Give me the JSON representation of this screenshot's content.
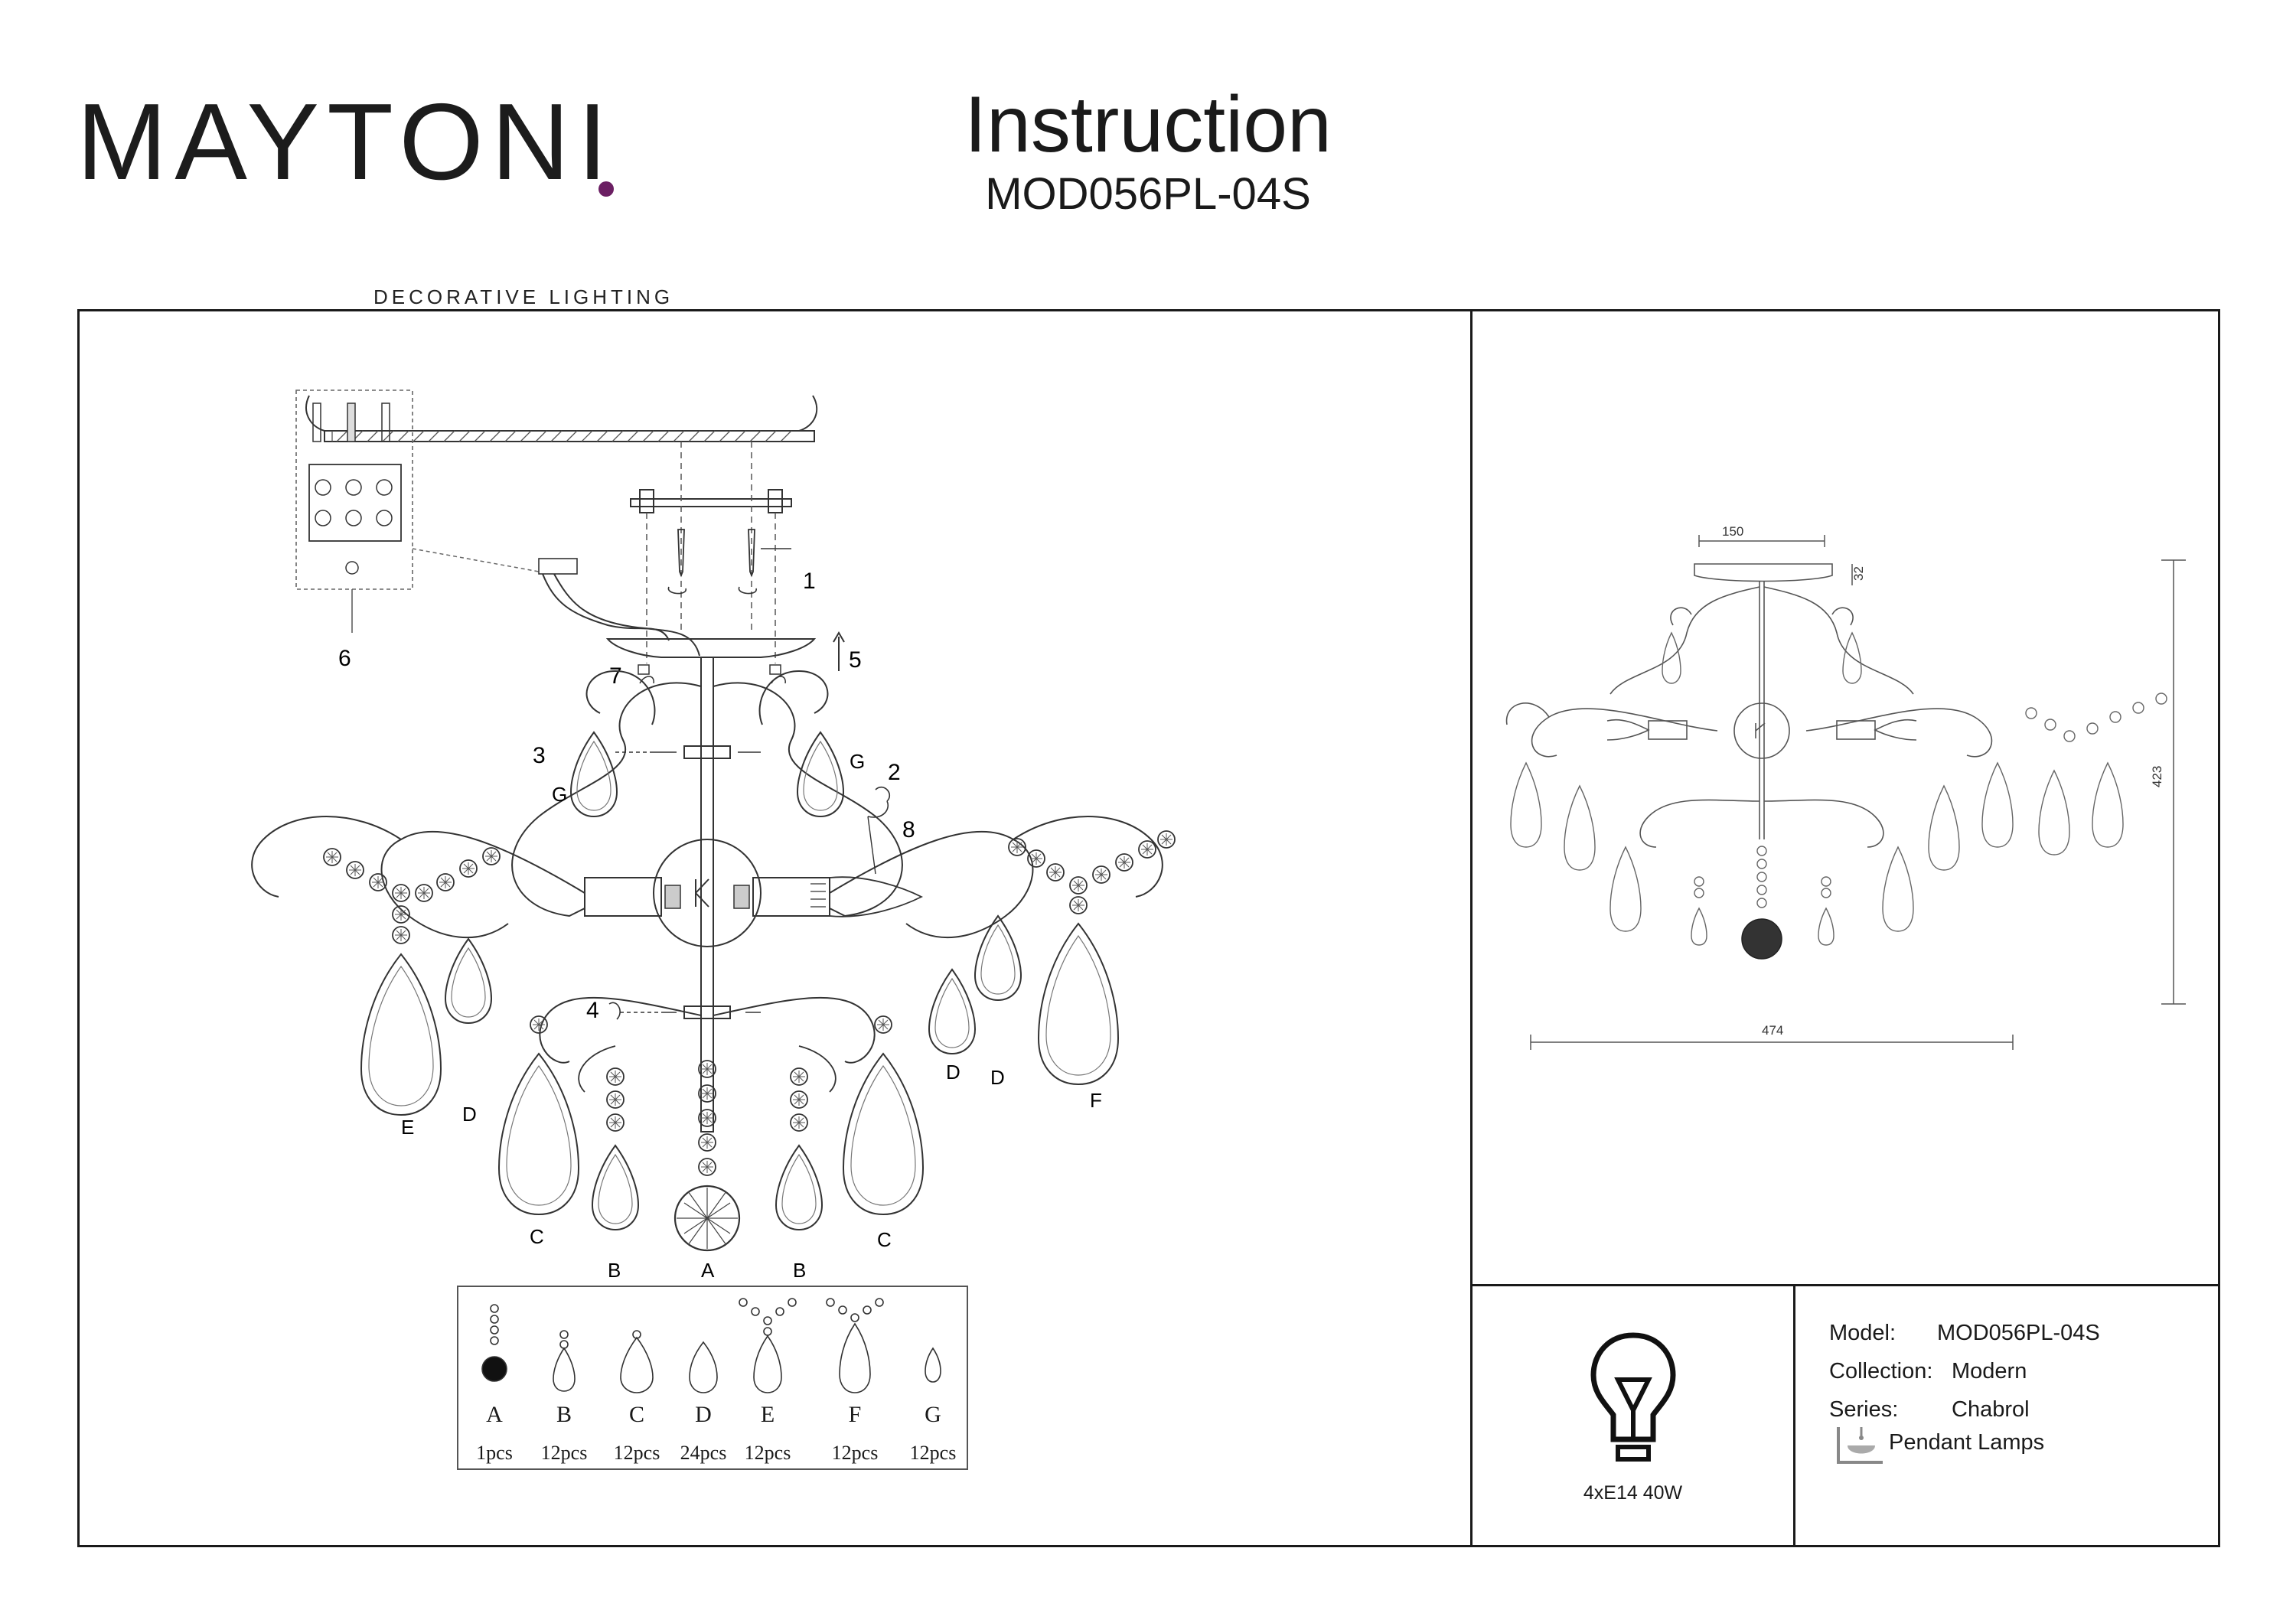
{
  "header": {
    "brand": "MAYTONI",
    "brand_tagline": "DECORATIVE LIGHTING",
    "title": "Instruction",
    "model": "MOD056PL-04S",
    "brand_accent_color": "#6b1f63"
  },
  "diagram": {
    "step_labels": [
      "1",
      "2",
      "3",
      "4",
      "5",
      "6",
      "7",
      "8"
    ],
    "part_labels": [
      "A",
      "B",
      "C",
      "D",
      "E",
      "F",
      "G"
    ]
  },
  "parts": [
    {
      "letter": "A",
      "qty": "1pcs"
    },
    {
      "letter": "B",
      "qty": "12pcs"
    },
    {
      "letter": "C",
      "qty": "12pcs"
    },
    {
      "letter": "D",
      "qty": "24pcs"
    },
    {
      "letter": "E",
      "qty": "12pcs"
    },
    {
      "letter": "F",
      "qty": "12pcs"
    },
    {
      "letter": "G",
      "qty": "12pcs"
    }
  ],
  "dimensions": {
    "canopy_width": "150",
    "canopy_height": "32",
    "total_height": "423",
    "total_width": "474"
  },
  "bulb": {
    "label": "4xE14 40W",
    "icon": "bulb-icon"
  },
  "spec": {
    "model_label": "Model:",
    "model_value": "MOD056PL-04S",
    "collection_label": "Collection:",
    "collection_value": "Modern",
    "series_label": "Series:",
    "series_value": "Chabrol",
    "type_value": "Pendant Lamps",
    "type_icon": "pendant-lamp-icon"
  }
}
